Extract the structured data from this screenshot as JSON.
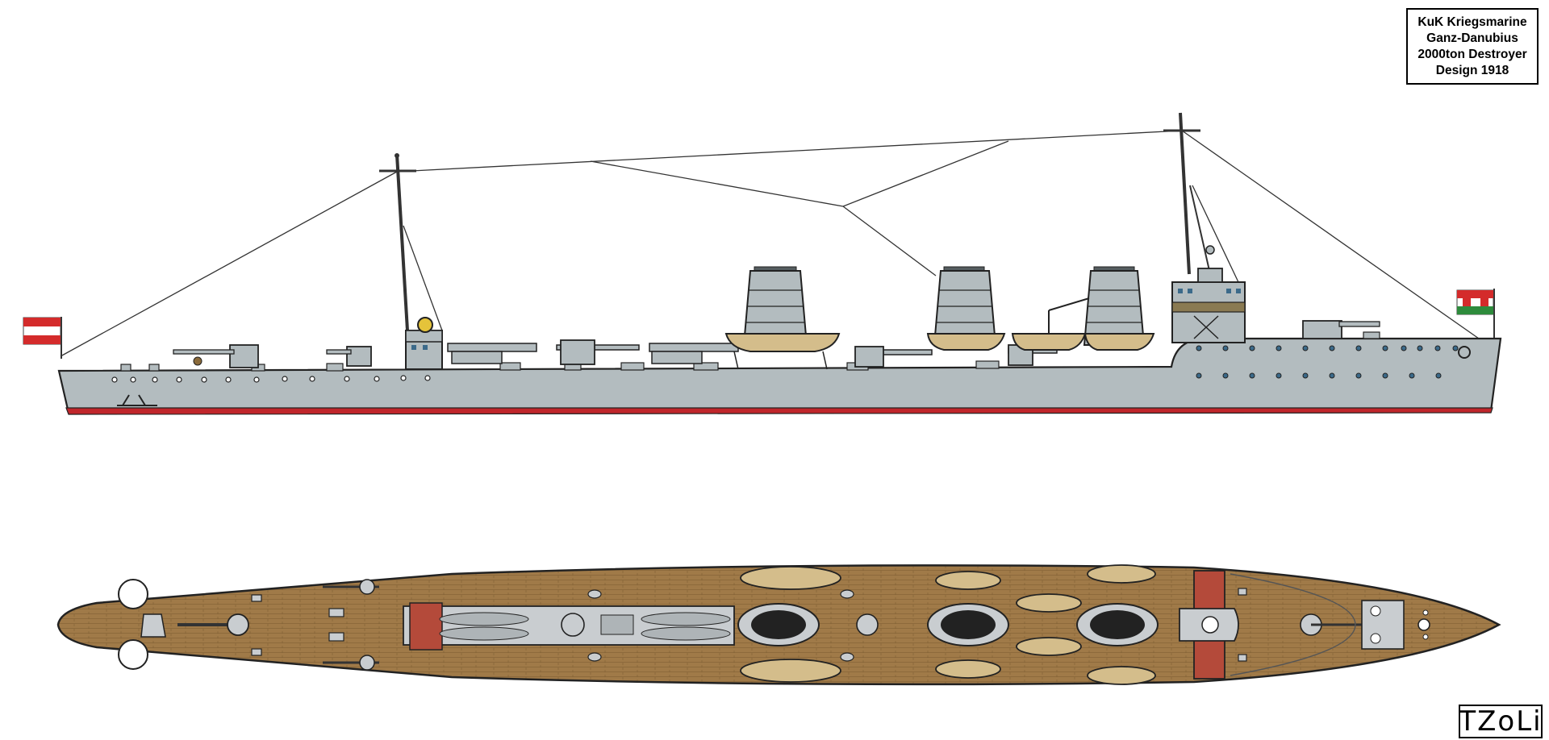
{
  "title_block": {
    "line1": "KuK Kriegsmarine",
    "line2": "Ganz-Danubius",
    "line3": "2000ton Destroyer",
    "line4": "Design 1918"
  },
  "signature": "TZoLi",
  "colors": {
    "hull": "#b3bcbf",
    "waterline": "#c0262b",
    "deck": "#a07a48",
    "boat": "#d4bd8b",
    "funnel_cap": "#555d60",
    "flag_red": "#d42b2b",
    "flag_green": "#2e8b3c"
  },
  "views": [
    "profile",
    "plan"
  ]
}
